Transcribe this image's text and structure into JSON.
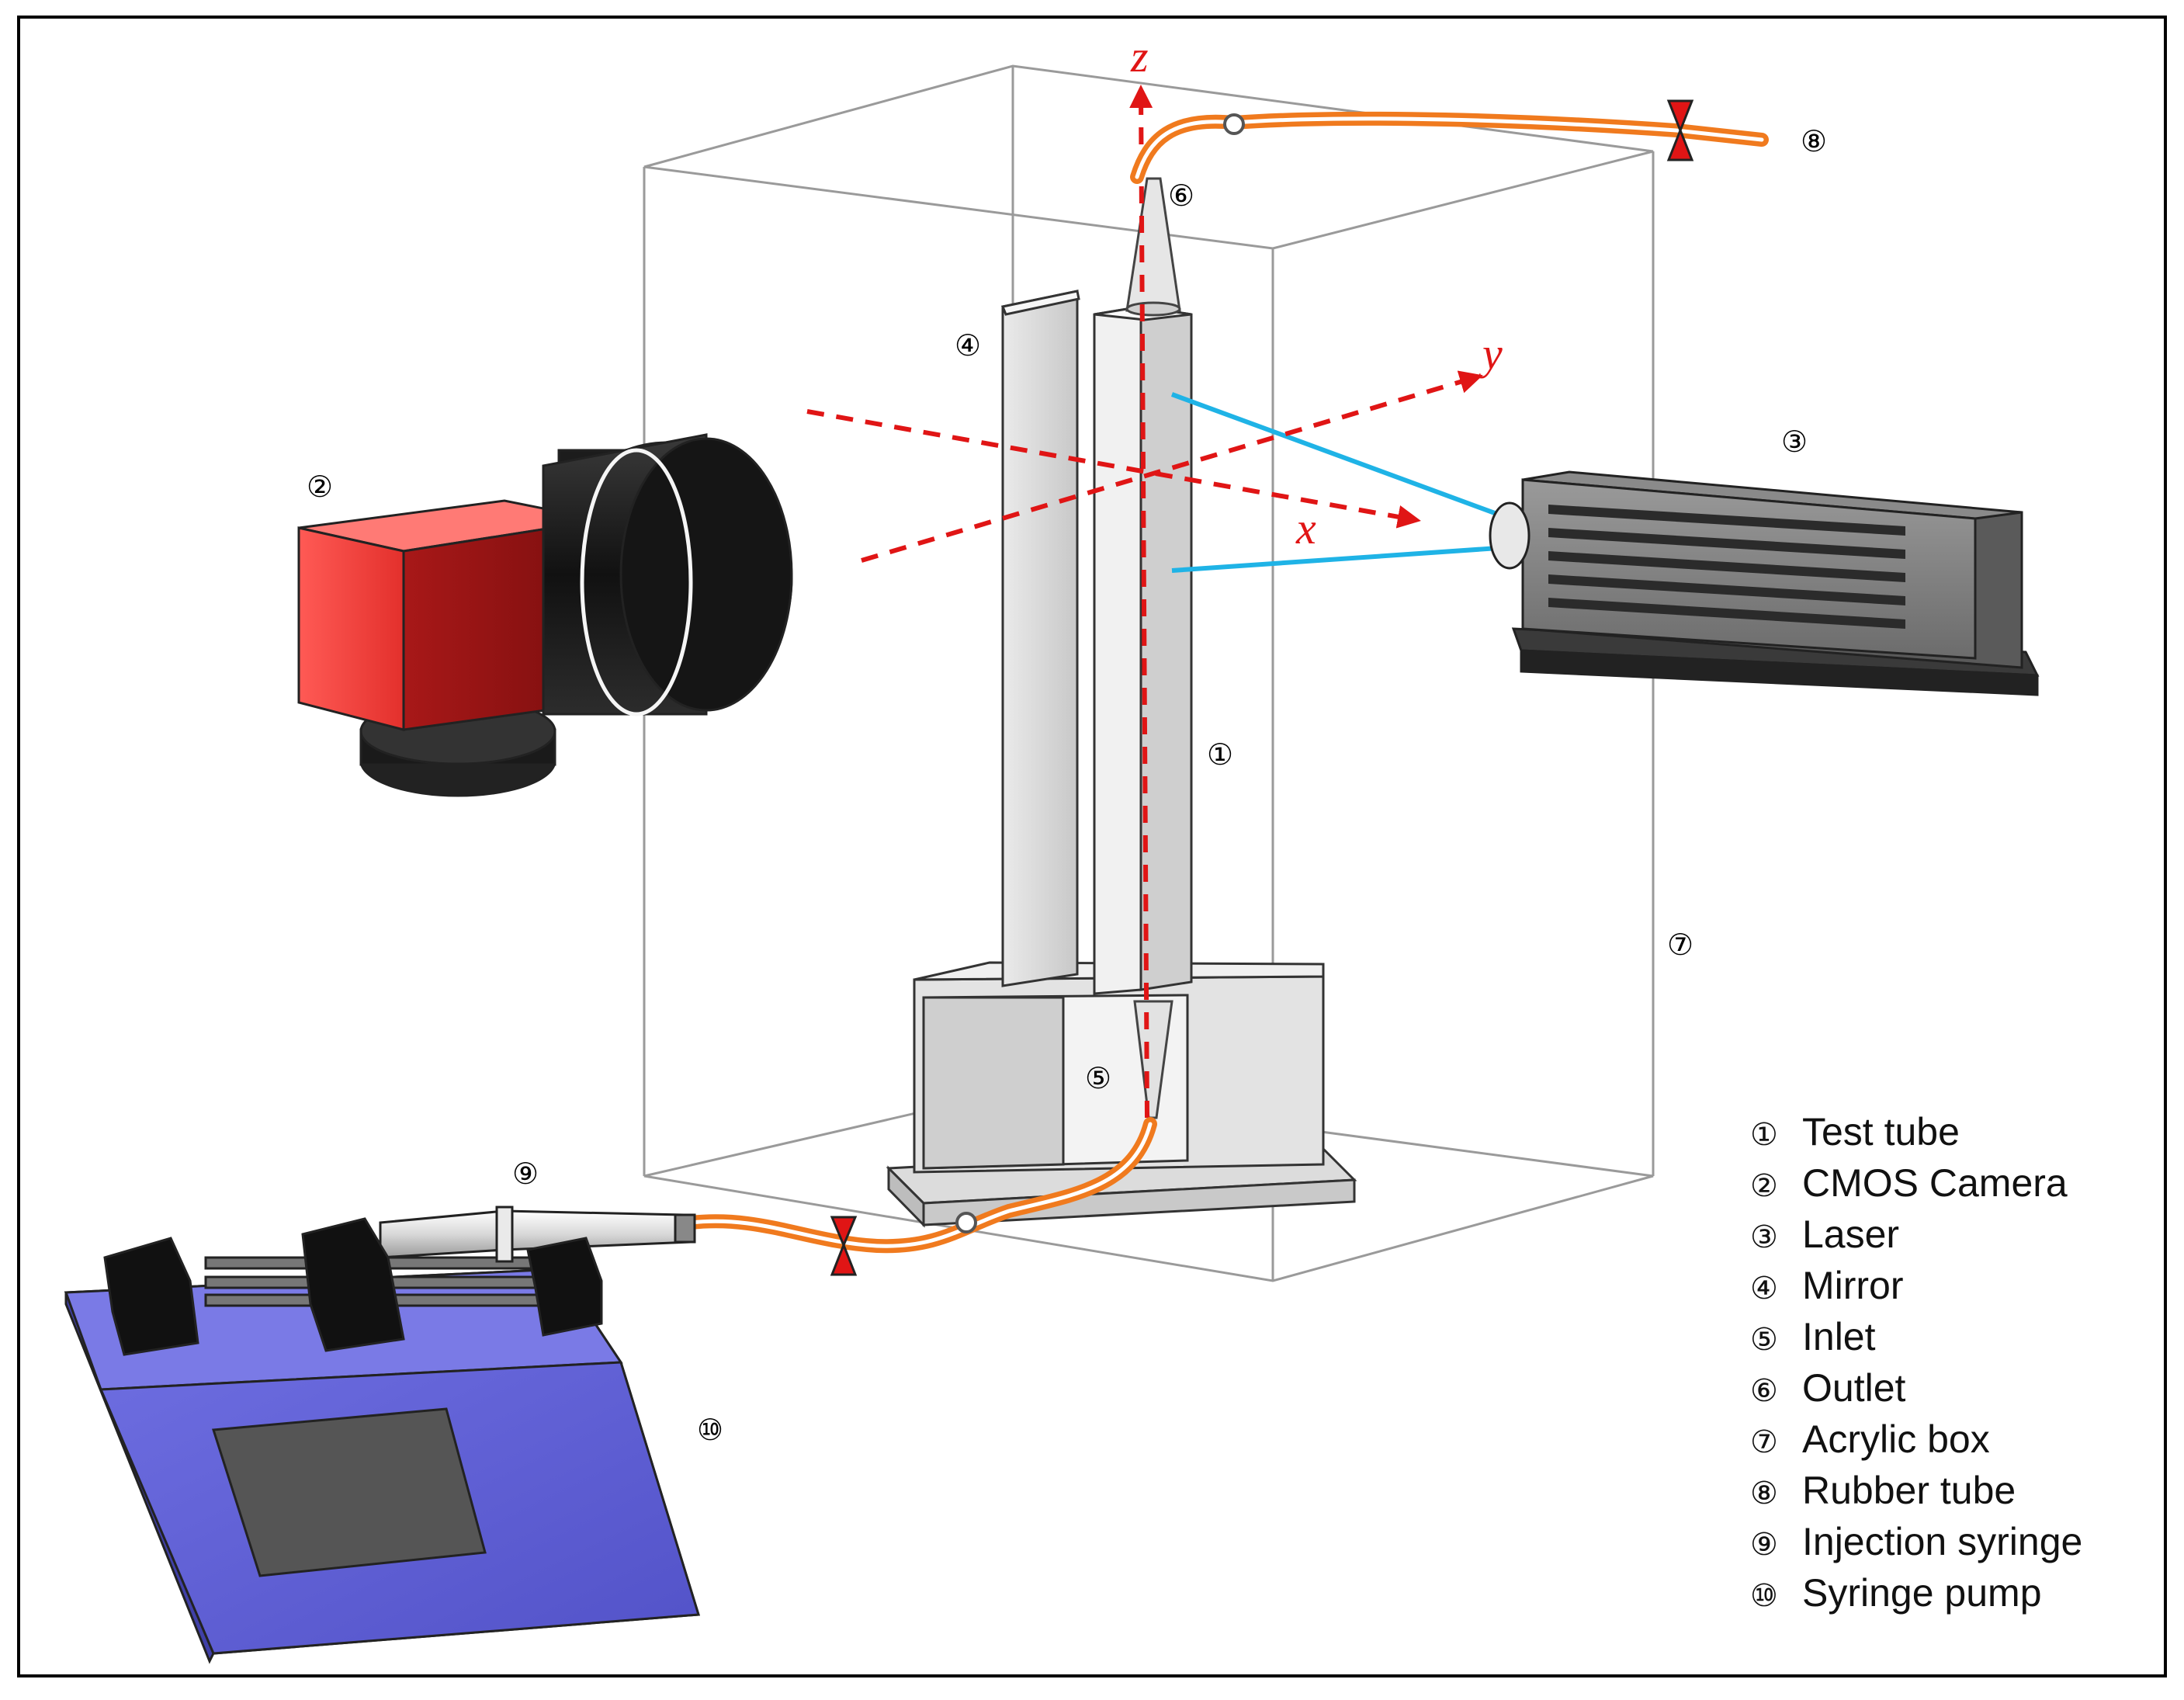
{
  "callouts": [
    {
      "id": "1",
      "mark": "①"
    },
    {
      "id": "2",
      "mark": "②"
    },
    {
      "id": "3",
      "mark": "③"
    },
    {
      "id": "4",
      "mark": "④"
    },
    {
      "id": "5",
      "mark": "⑤"
    },
    {
      "id": "6",
      "mark": "⑥"
    },
    {
      "id": "7",
      "mark": "⑦"
    },
    {
      "id": "8",
      "mark": "⑧"
    },
    {
      "id": "9",
      "mark": "⑨"
    },
    {
      "id": "10",
      "mark": "⑩"
    }
  ],
  "axes": {
    "x": "x",
    "y": "y",
    "z": "z"
  },
  "legend": [
    {
      "mark": "①",
      "label": "Test tube"
    },
    {
      "mark": "②",
      "label": "CMOS Camera"
    },
    {
      "mark": "③",
      "label": "Laser"
    },
    {
      "mark": "④",
      "label": "Mirror"
    },
    {
      "mark": "⑤",
      "label": "Inlet"
    },
    {
      "mark": "⑥",
      "label": "Outlet"
    },
    {
      "mark": "⑦",
      "label": "Acrylic box"
    },
    {
      "mark": "⑧",
      "label": "Rubber tube"
    },
    {
      "mark": "⑨",
      "label": "Injection syringe"
    },
    {
      "mark": "⑩",
      "label": "Syringe pump"
    }
  ],
  "colors": {
    "axis": "#e01515",
    "tube": "#f07a1e",
    "laser_beam": "#1fb3e6",
    "camera_body": "#e8322e",
    "pump_body": "#6a6ad8",
    "metal": "#d6d6d6"
  }
}
